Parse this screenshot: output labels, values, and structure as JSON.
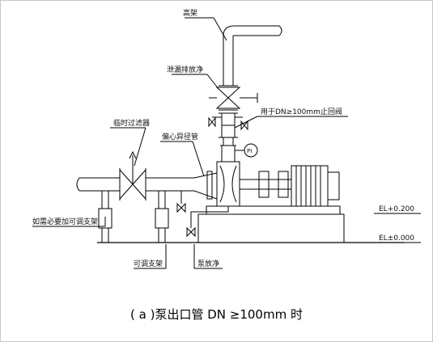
{
  "labels": {
    "discharge": "高架",
    "vent_drain": "泄漏排放净",
    "check_valve": "用于DN≥100mm止回阀",
    "temp_strainer": "临时过滤器",
    "eccentric_reducer": "偏心异径管",
    "pressure_gauge": "PI",
    "support_note": "如需必要加可调支架",
    "adjustable_support": "可调支架",
    "pump_drain": "泵放净",
    "el_upper": "EL+0.200",
    "el_ground": "EL±0.000"
  },
  "caption": "( a )泵出口管 DN ≥100mm 时",
  "colors": {
    "line": "#000000",
    "text": "#111111",
    "border": "#c8c8c8"
  }
}
